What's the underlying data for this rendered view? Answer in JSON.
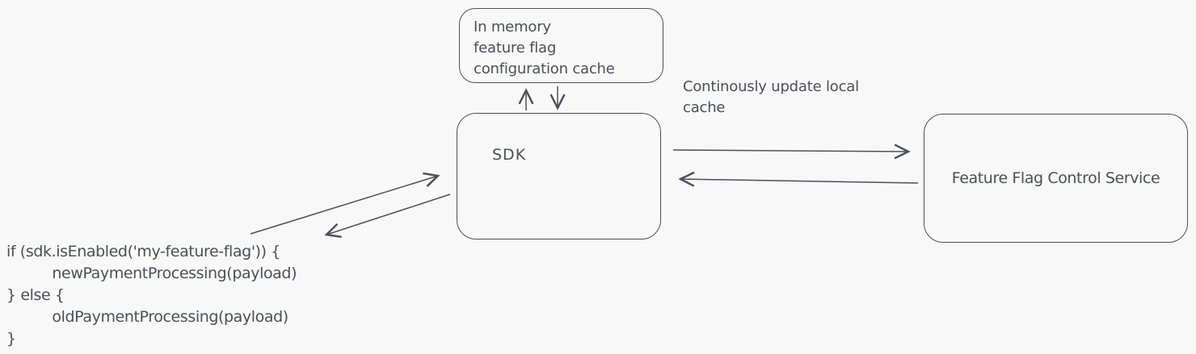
{
  "canvas": {
    "background_color": "#f8f8f9",
    "stroke_color": "#4a4f59"
  },
  "nodes": {
    "cache": {
      "lines": [
        "In memory",
        "feature flag",
        "configuration cache"
      ]
    },
    "sdk": {
      "label": "SDK"
    },
    "service": {
      "label": "Feature Flag Control Service"
    }
  },
  "annotations": {
    "update_note": {
      "lines": [
        "Continously update local",
        "cache"
      ]
    },
    "code": {
      "lines": [
        "if (sdk.isEnabled('my-feature-flag')) {",
        "          newPaymentProcessing(payload)",
        "} else {",
        "          oldPaymentProcessing(payload)",
        "}"
      ]
    }
  },
  "edges": [
    {
      "from": "sdk",
      "to": "cache",
      "direction": "up"
    },
    {
      "from": "cache",
      "to": "sdk",
      "direction": "down"
    },
    {
      "from": "sdk",
      "to": "service",
      "direction": "right"
    },
    {
      "from": "service",
      "to": "sdk",
      "direction": "left"
    },
    {
      "from": "code",
      "to": "sdk",
      "direction": "up-right"
    },
    {
      "from": "sdk",
      "to": "code",
      "direction": "down-left"
    }
  ]
}
